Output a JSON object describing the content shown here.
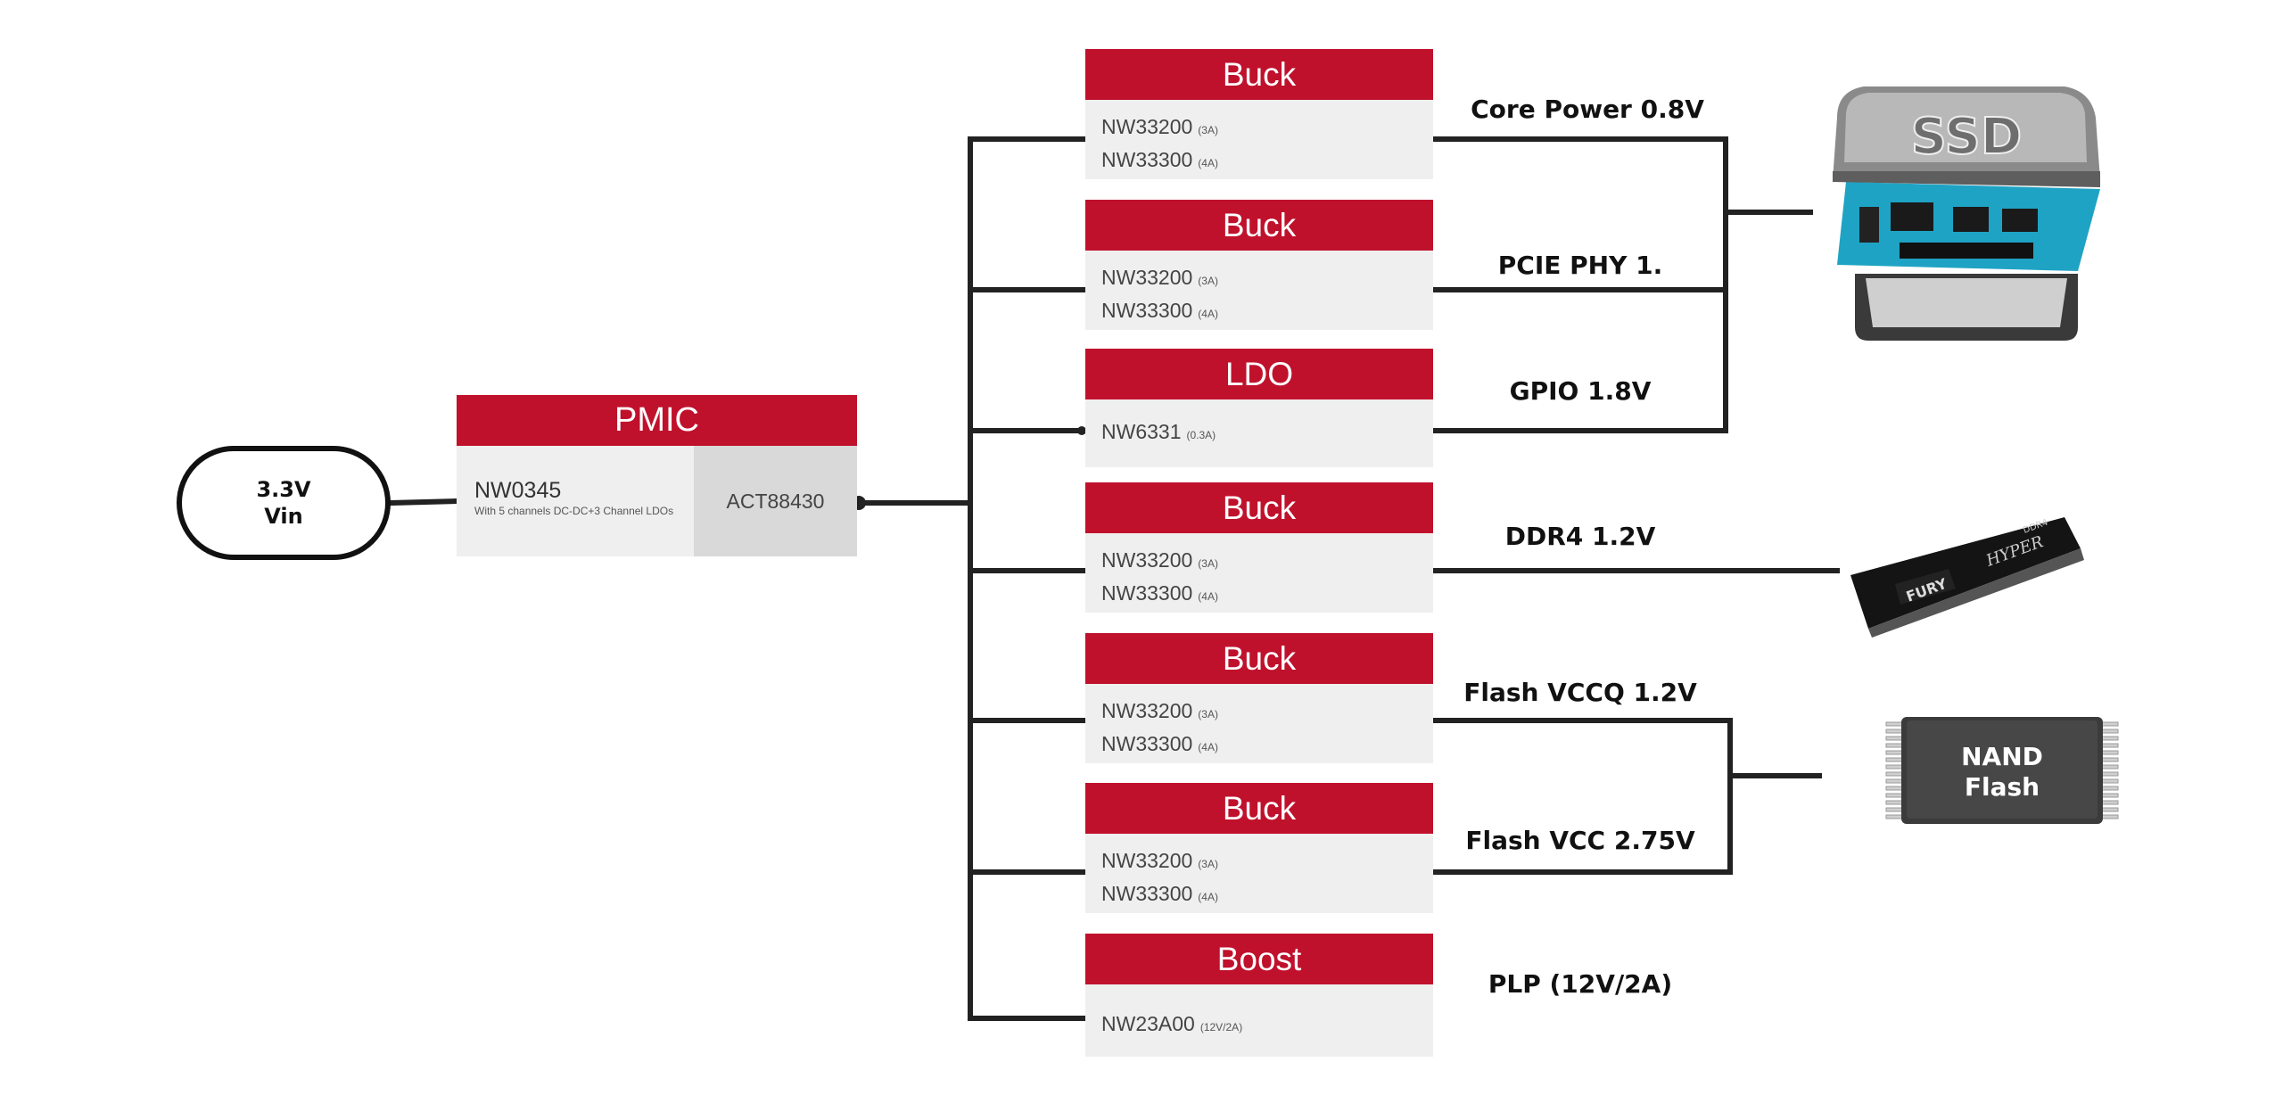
{
  "vin": {
    "value": "3.3V",
    "label": "Vin"
  },
  "pmic": {
    "title": "PMIC",
    "chip": "NW0345",
    "description": "With 5 channels DC-DC+3 Channel LDOs",
    "partner_chip": "ACT88430"
  },
  "regulators": [
    {
      "type": "Buck",
      "parts": [
        {
          "name": "NW33200",
          "current": "(3A)"
        },
        {
          "name": "NW33300",
          "current": "(4A)"
        }
      ],
      "rail": "Core Power 0.8V"
    },
    {
      "type": "Buck",
      "parts": [
        {
          "name": "NW33200",
          "current": "(3A)"
        },
        {
          "name": "NW33300",
          "current": "(4A)"
        }
      ],
      "rail": "PCIE PHY 1."
    },
    {
      "type": "LDO",
      "parts": [
        {
          "name": "NW6331",
          "current": "(0.3A)"
        }
      ],
      "rail": "GPIO 1.8V"
    },
    {
      "type": "Buck",
      "parts": [
        {
          "name": "NW33200",
          "current": "(3A)"
        },
        {
          "name": "NW33300",
          "current": "(4A)"
        }
      ],
      "rail": "DDR4 1.2V"
    },
    {
      "type": "Buck",
      "parts": [
        {
          "name": "NW33200",
          "current": "(3A)"
        },
        {
          "name": "NW33300",
          "current": "(4A)"
        }
      ],
      "rail": "Flash VCCQ 1.2V"
    },
    {
      "type": "Buck",
      "parts": [
        {
          "name": "NW33200",
          "current": "(3A)"
        },
        {
          "name": "NW33300",
          "current": "(4A)"
        }
      ],
      "rail": "Flash VCC 2.75V"
    },
    {
      "type": "Boost",
      "parts": [
        {
          "name": "NW23A00",
          "current": "(12V/2A)"
        }
      ],
      "rail": "PLP  (12V/2A)"
    }
  ],
  "devices": {
    "ssd": {
      "label": "SSD"
    },
    "dram": {
      "brand": "FURY",
      "logo": "HYPER",
      "tag": "DDR4"
    },
    "nand": {
      "line1": "NAND",
      "line2": "Flash"
    }
  },
  "colors": {
    "header_red": "#c0112c",
    "wire": "#222222",
    "card_bg": "#efefef"
  }
}
